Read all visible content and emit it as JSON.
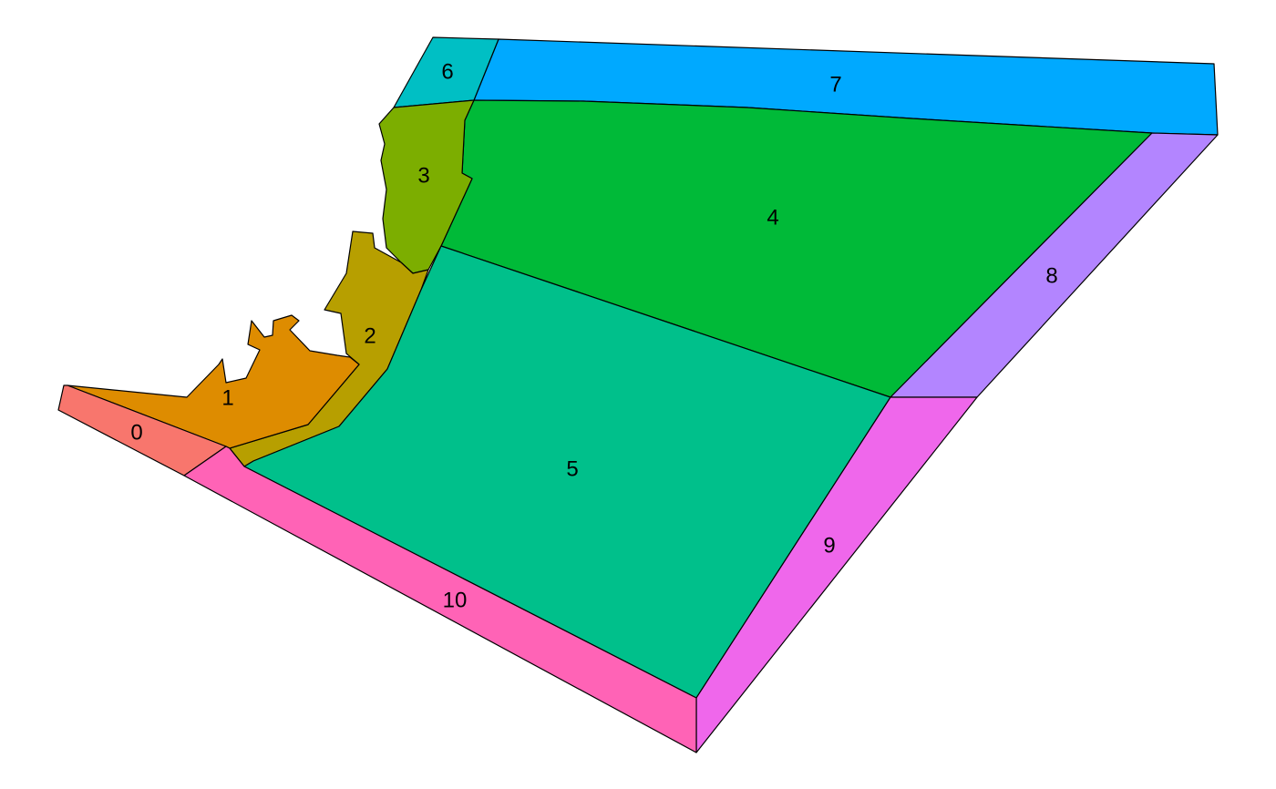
{
  "regions": [
    {
      "id": "region-0",
      "label": "0",
      "color": "#F8766D"
    },
    {
      "id": "region-1",
      "label": "1",
      "color": "#DE8C00"
    },
    {
      "id": "region-2",
      "label": "2",
      "color": "#B79F00"
    },
    {
      "id": "region-3",
      "label": "3",
      "color": "#7CAE00"
    },
    {
      "id": "region-4",
      "label": "4",
      "color": "#00BA38"
    },
    {
      "id": "region-5",
      "label": "5",
      "color": "#00C08B"
    },
    {
      "id": "region-6",
      "label": "6",
      "color": "#00BFC4"
    },
    {
      "id": "region-7",
      "label": "7",
      "color": "#00A9FF"
    },
    {
      "id": "region-8",
      "label": "8",
      "color": "#B385FF"
    },
    {
      "id": "region-9",
      "label": "9",
      "color": "#EF67EB"
    },
    {
      "id": "region-10",
      "label": "10",
      "color": "#FF63B6"
    }
  ]
}
